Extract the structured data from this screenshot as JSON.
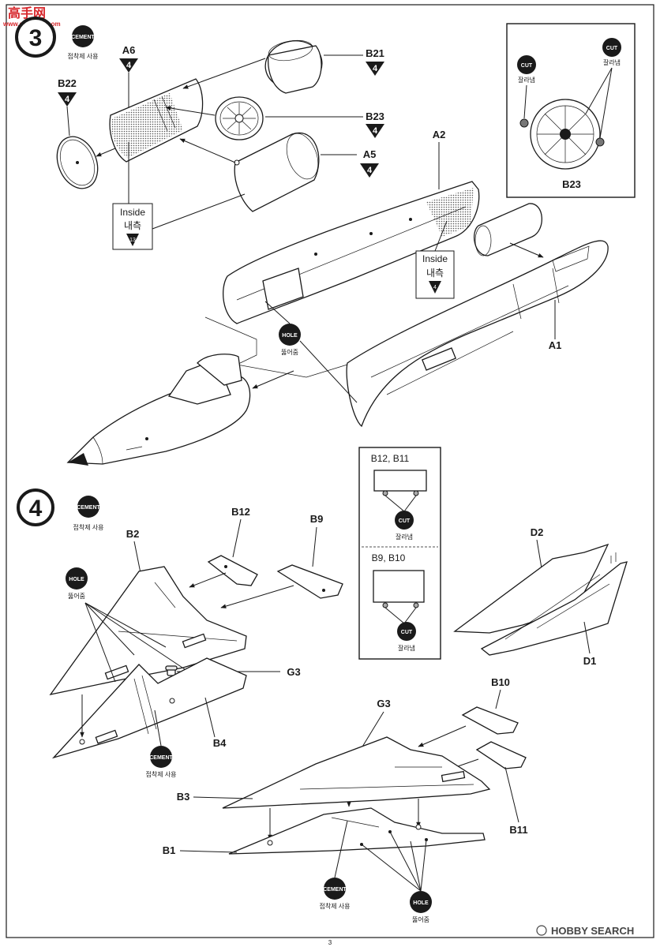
{
  "watermark": {
    "top_left": "www.gaoshou.com",
    "bottom_right": "HOBBY SEARCH",
    "logo_text": "高手网"
  },
  "step3": {
    "number": "3",
    "cement": {
      "label": "CEMENT",
      "caption": "접착제 사용"
    },
    "parts": {
      "A6": "A6",
      "A6_qty": "4",
      "B22": "B22",
      "B22_qty": "4",
      "B21": "B21",
      "B21_qty": "4",
      "B23": "B23",
      "B23_qty": "4",
      "A5": "A5",
      "A5_qty": "4",
      "A2": "A2",
      "A1": "A1"
    },
    "inside_callout_1": {
      "en": "Inside",
      "ko": "내측",
      "color_no": "13"
    },
    "inside_callout_2": {
      "en": "Inside",
      "ko": "내측",
      "color_no": "4"
    },
    "hole": {
      "label": "HOLE",
      "caption": "뚫어줌"
    },
    "detail": {
      "cut_label": "CUT",
      "cut_caption": "잘라냄",
      "part": "B23"
    }
  },
  "step4": {
    "number": "4",
    "cement": {
      "label": "CEMENT",
      "caption": "접착제 사용"
    },
    "hole_left": {
      "label": "HOLE",
      "caption": "뚫어줌"
    },
    "cement_mid": {
      "label": "CEMENT",
      "caption": "접착제 사용"
    },
    "cement_bottom": {
      "label": "CEMENT",
      "caption": "접착제 사용"
    },
    "hole_bottom": {
      "label": "HOLE",
      "caption": "뚫어줌"
    },
    "parts": {
      "B2": "B2",
      "B12": "B12",
      "B9": "B9",
      "G3_left": "G3",
      "B4": "B4",
      "D2": "D2",
      "D1": "D1",
      "B10": "B10",
      "G3_right": "G3",
      "B3": "B3",
      "B11": "B11",
      "B1": "B1"
    },
    "detail_top": {
      "title": "B12, B11",
      "cut_label": "CUT",
      "cut_caption": "잘라냄"
    },
    "detail_bottom": {
      "title": "B9, B10",
      "cut_label": "CUT",
      "cut_caption": "잘라냄"
    }
  },
  "page_number": "3"
}
